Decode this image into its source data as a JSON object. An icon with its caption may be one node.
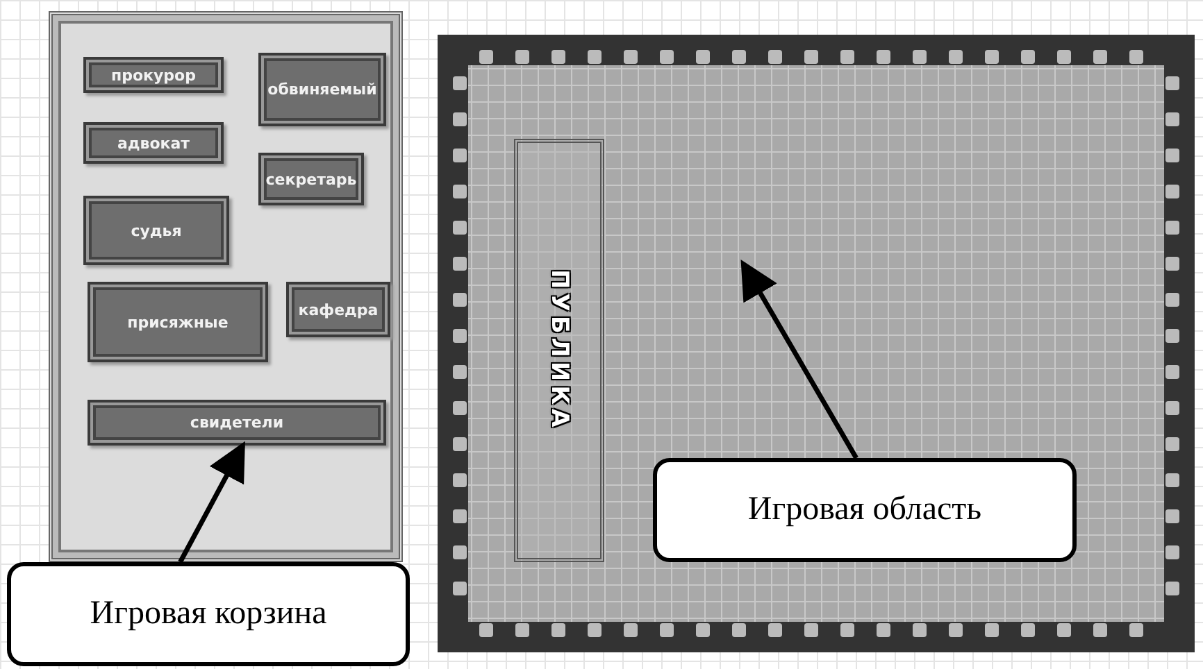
{
  "diagram": {
    "nodes": [
      {
        "text": [],
        "shape": "box"
      },
      {
        "text": [
          "прокурор"
        ],
        "in": 0
      },
      {
        "text": [
          "обвиняемый"
        ],
        "in": 0
      },
      {
        "text": [
          "адвокат"
        ],
        "in": 0
      },
      {
        "text": [
          "секретарь"
        ],
        "in": 0
      },
      {
        "text": [
          "судья"
        ],
        "in": 0
      },
      {
        "text": [
          "присяжные"
        ],
        "in": 0
      },
      {
        "text": [
          "кафедра"
        ],
        "in": 0
      },
      {
        "text": [
          "свидетели"
        ],
        "in": 0
      },
      {
        "text": [],
        "shape": "box"
      },
      {
        "text": [
          "ПУБЛИКА"
        ],
        "in": 9
      },
      {
        "text": [
          "Игровая корзина"
        ]
      },
      {
        "text": [
          "Игровая область"
        ],
        "in": 9
      }
    ],
    "edges": [
      {
        "from": 11,
        "to": 8,
        "arrow": "to"
      },
      {
        "from": 12,
        "to": null,
        "arrow": "to"
      }
    ]
  }
}
